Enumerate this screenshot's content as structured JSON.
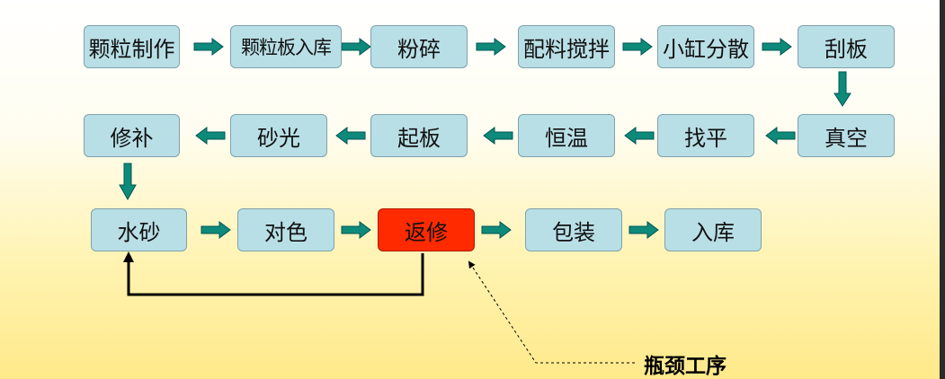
{
  "steps": {
    "s1": "颗粒制作",
    "s2": "颗粒板入库",
    "s3": "粉碎",
    "s4": "配料搅拌",
    "s5": "小缸分散",
    "s6": "刮板",
    "s7": "真空",
    "s8": "找平",
    "s9": "恒温",
    "s10": "起板",
    "s11": "砂光",
    "s12": "修补",
    "s13": "水砂",
    "s14": "对色",
    "s15": "返修",
    "s16": "包装",
    "s17": "入库"
  },
  "callout": "瓶颈工序",
  "colors": {
    "box_fill": "#b9dfe6",
    "highlight_fill": "#ff2a00",
    "arrow_fill": "#0e8a7a"
  }
}
